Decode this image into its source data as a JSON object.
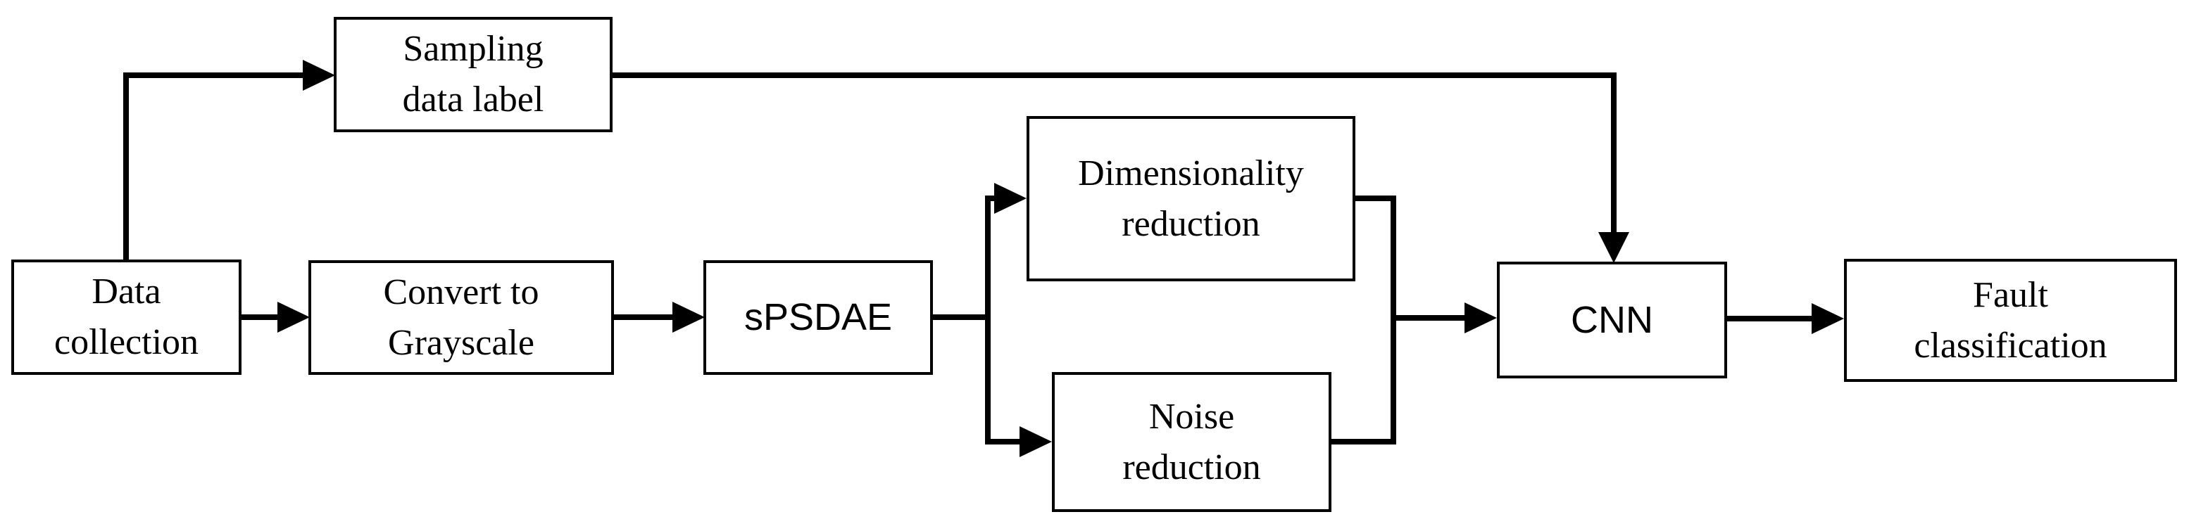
{
  "diagram": {
    "background_color": "#ffffff",
    "line_color": "#000000",
    "nodes": [
      {
        "id": "data-collection",
        "label": "Data\ncollection"
      },
      {
        "id": "sampling-data-label",
        "label": "Sampling\ndata label"
      },
      {
        "id": "convert-to-grayscale",
        "label": "Convert to\nGrayscale"
      },
      {
        "id": "spsdae",
        "label": "sPSDAE"
      },
      {
        "id": "dimensionality-reduction",
        "label": "Dimensionality\nreduction"
      },
      {
        "id": "noise-reduction",
        "label": "Noise\nreduction"
      },
      {
        "id": "cnn",
        "label": "CNN"
      },
      {
        "id": "fault-classification",
        "label": "Fault\nclassification"
      }
    ],
    "edges": [
      {
        "from": "data-collection",
        "to": "sampling-data-label"
      },
      {
        "from": "data-collection",
        "to": "convert-to-grayscale"
      },
      {
        "from": "convert-to-grayscale",
        "to": "spsdae"
      },
      {
        "from": "spsdae",
        "to": "dimensionality-reduction"
      },
      {
        "from": "spsdae",
        "to": "noise-reduction"
      },
      {
        "from": "sampling-data-label",
        "to": "cnn"
      },
      {
        "from": "dimensionality-reduction",
        "to": "cnn"
      },
      {
        "from": "noise-reduction",
        "to": "cnn"
      },
      {
        "from": "cnn",
        "to": "fault-classification"
      }
    ]
  }
}
